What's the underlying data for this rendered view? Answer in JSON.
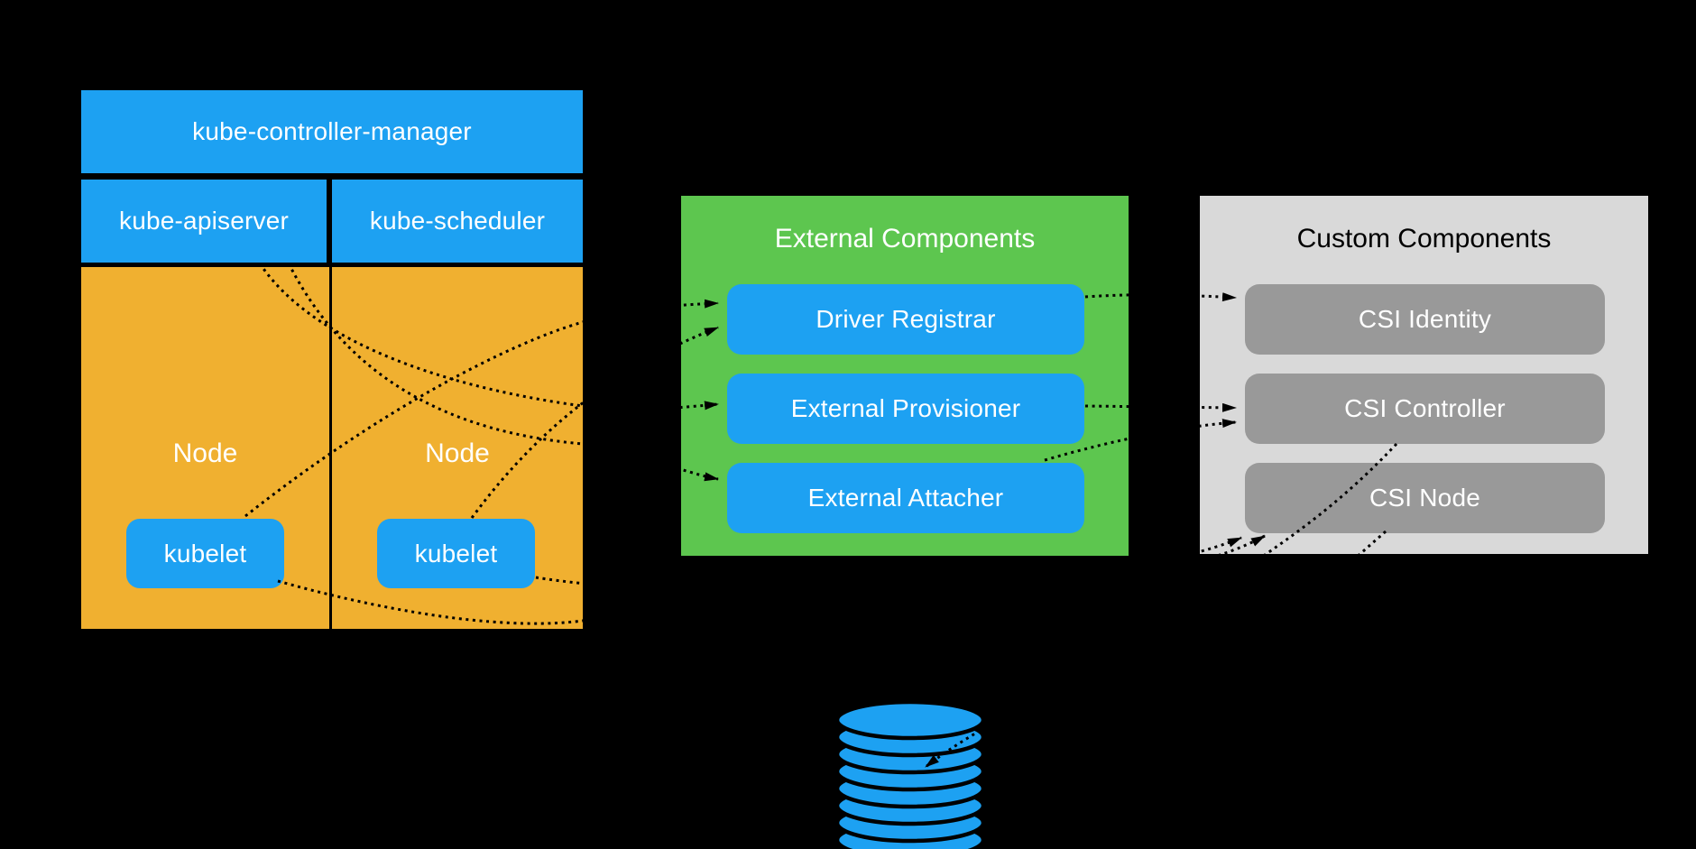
{
  "diagram": {
    "kubernetes": {
      "controller_manager": "kube-controller-manager",
      "apiserver": "kube-apiserver",
      "scheduler": "kube-scheduler",
      "nodes": [
        {
          "label": "Node",
          "kubelet": "kubelet"
        },
        {
          "label": "Node",
          "kubelet": "kubelet"
        }
      ]
    },
    "external": {
      "title": "External Components",
      "items": [
        "Driver Registrar",
        "External Provisioner",
        "External Attacher"
      ]
    },
    "custom": {
      "title": "Custom Components",
      "items": [
        "CSI Identity",
        "CSI Controller",
        "CSI Node"
      ]
    },
    "storage": {
      "icon": "database-cylinder-icon"
    },
    "colors": {
      "blue": "#1da1f2",
      "orange": "#f0b030",
      "green": "#5dc64f",
      "custom_panel_gray": "#d9d9d9",
      "custom_box_gray": "#999999",
      "arrow": "#000000"
    },
    "edges": [
      {
        "from": "kubelet-left",
        "to": "driver-registrar"
      },
      {
        "from": "kubelet-right",
        "to": "driver-registrar"
      },
      {
        "from": "kube-apiserver",
        "to": "external-provisioner"
      },
      {
        "from": "kube-apiserver",
        "to": "external-attacher"
      },
      {
        "from": "kubelet-left",
        "to": "csi-node"
      },
      {
        "from": "kubelet-right",
        "to": "csi-node"
      },
      {
        "from": "driver-registrar",
        "to": "csi-identity"
      },
      {
        "from": "external-provisioner",
        "to": "csi-controller"
      },
      {
        "from": "external-attacher",
        "to": "csi-controller"
      },
      {
        "from": "csi-controller",
        "to": "storage"
      },
      {
        "from": "csi-node",
        "to": "storage"
      }
    ]
  }
}
